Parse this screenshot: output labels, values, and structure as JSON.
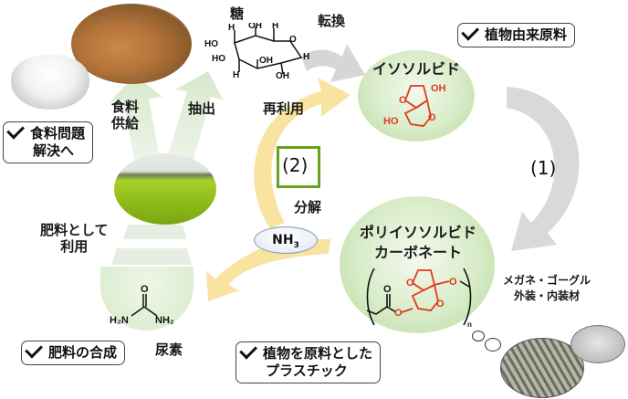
{
  "diagram": {
    "labels": {
      "sugar": "糖",
      "conversion": "転換",
      "food_supply_line1": "食料",
      "food_supply_line2": "供給",
      "extraction": "抽出",
      "reuse": "再利用",
      "decomposition": "分解",
      "fertilizer_use_line1": "肥料として",
      "fertilizer_use_line2": "利用",
      "urea": "尿素",
      "applications_line1": "メガネ・ゴーグル",
      "applications_line2": "外装・内装材"
    },
    "nodes": {
      "isosorbide": {
        "title": "イソソルビド",
        "oh_top": "OH",
        "oh_bottom": "HO",
        "o1": "O",
        "o2": "O"
      },
      "polycarbonate": {
        "title_line1": "ポリイソソルビド",
        "title_line2": "カーボネート",
        "subscript": "n",
        "o_carbonyl": "O"
      },
      "ammonia": {
        "label": "NH",
        "subscript": "3"
      },
      "urea_structure": {
        "o": "O",
        "left": "H₂N",
        "right": "NH₂"
      },
      "sugar_structure": {
        "h1": "H",
        "oh1": "OH",
        "h2": "H",
        "ho1": "HO",
        "ho2": "HO",
        "o": "O",
        "h3": "H",
        "oh2": "OH",
        "h4": "H",
        "oh3": "OH"
      }
    },
    "process_markers": {
      "step1": "(1)",
      "step2": "(2)"
    },
    "callouts": {
      "plant_origin": "植物由来原料",
      "food_problem_line1": "食料問題",
      "food_problem_line2": "解決へ",
      "fertilizer_synthesis": "肥料の合成",
      "plant_plastic_line1": "植物を原料とした",
      "plant_plastic_line2": "プラスチック"
    },
    "colors": {
      "bubble_green": "#c9e3b3",
      "arrow_gray": "#d4d4d4",
      "arrow_yellow": "#f7dc8c",
      "arrow_lightgreen": "#dbe9d2",
      "structure_red": "#e03a1e",
      "step2_box": "#6aa01f",
      "nh3_fill": "#e6edf8"
    }
  }
}
